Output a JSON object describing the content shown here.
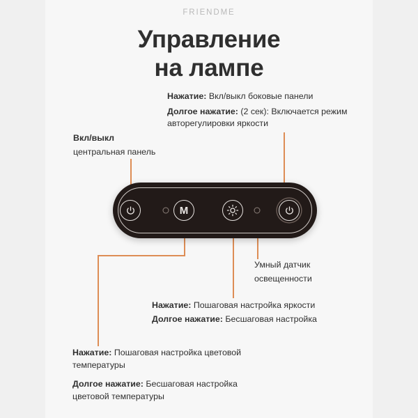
{
  "brand": "FRIENDME",
  "title": {
    "line1": "Управление",
    "line2": "на лампе"
  },
  "annotations": {
    "side_panels": {
      "press_label": "Нажатие:",
      "press_text": " Вкл/выкл боковые панели",
      "long_press_label": "Долгое нажатие:",
      "long_press_text": " (2 сек): Включается режим авторегулировки яркости"
    },
    "central_panel": {
      "bold_line": "Вкл/выкл",
      "normal_line": "центральная панель"
    },
    "sensor": {
      "line1": "Умный датчик",
      "line2": "освещенности"
    },
    "brightness": {
      "press_label": "Нажатие:",
      "press_text": " Пошаговая настройка яркости",
      "long_press_label": "Долгое нажатие:",
      "long_press_text": " Бесшаговая настройка"
    },
    "color_temperature": {
      "press_label": "Нажатие:",
      "press_text": " Пошаговая настройка цветовой температуры",
      "long_press_label": "Долгое нажатие:",
      "long_press_text": " Бесшаговая настройка цветовой температуры"
    }
  },
  "device": {
    "buttons": [
      {
        "name": "power-left",
        "icon": "power-icon",
        "label": ""
      },
      {
        "name": "indicator-left",
        "icon": "dot-indicator-icon",
        "label": ""
      },
      {
        "name": "mode",
        "icon": "m-letter-icon",
        "label": "M"
      },
      {
        "name": "brightness",
        "icon": "sun-icon",
        "label": ""
      },
      {
        "name": "light-sensor",
        "icon": "dot-indicator-icon",
        "label": ""
      },
      {
        "name": "power-right",
        "icon": "power-icon",
        "label": ""
      }
    ]
  },
  "colors": {
    "page_background": "#f0f0f0",
    "panel_background": "#f7f7f7",
    "connector": "#dd8d55",
    "device_body": "#221a18",
    "text": "#2f2f2f",
    "brand_text": "#b9b9b9"
  }
}
